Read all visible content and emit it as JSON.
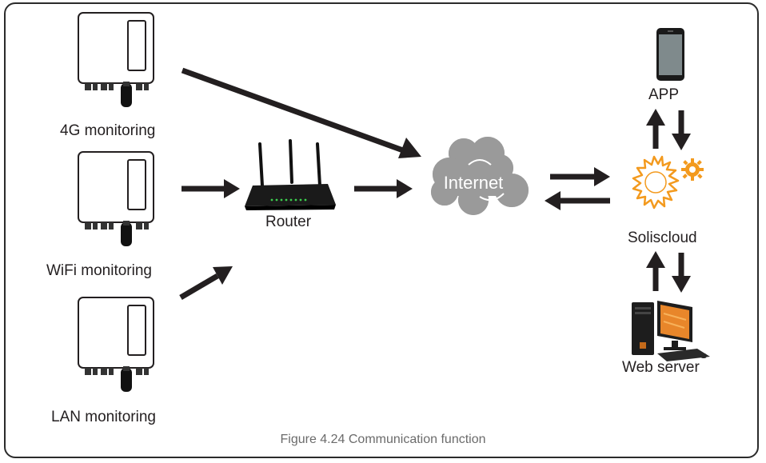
{
  "devices": {
    "inverter_4g": {
      "label": "4G monitoring"
    },
    "inverter_wifi": {
      "label": "WiFi monitoring"
    },
    "inverter_lan": {
      "label": "LAN monitoring"
    }
  },
  "router": {
    "label": "Router"
  },
  "internet": {
    "label": "Internet"
  },
  "app": {
    "label": "APP"
  },
  "cloud_service": {
    "label": "Soliscloud"
  },
  "web_server": {
    "label": "Web server"
  },
  "caption": "Figure 4.24 Communication function",
  "colors": {
    "arrow": "#231f20",
    "cloud": "#9a9a9a",
    "solis_orange": "#f39a1e",
    "computer_orange": "#e8862a",
    "caption_gray": "#6b6b6b"
  }
}
